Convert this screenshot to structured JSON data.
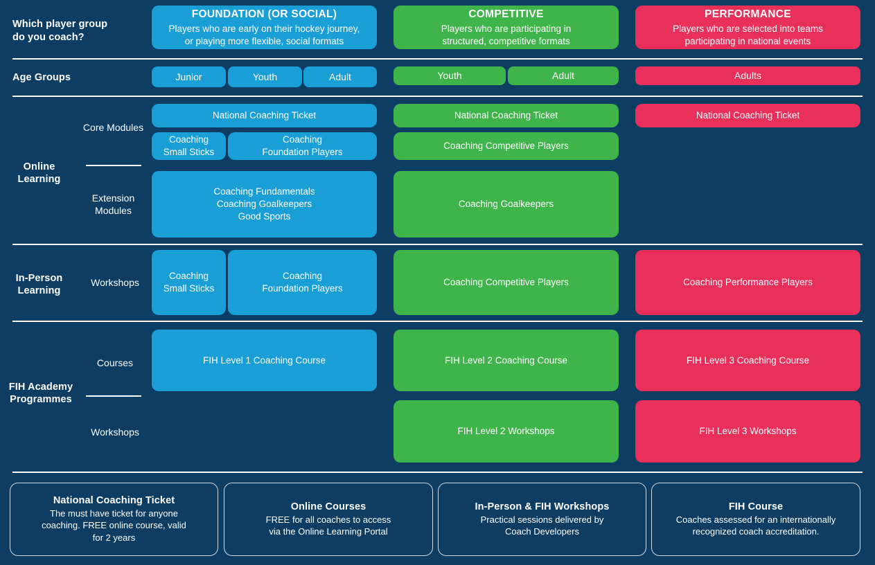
{
  "theme": {
    "background": "#0d3d63",
    "foundation_color": "#1a9ed6",
    "competitive_color": "#3fb44a",
    "performance_color": "#e9305a",
    "text_color": "#ffffff",
    "legend_border": "#cfd9e2"
  },
  "question": {
    "label": "Which player group\ndo you coach?"
  },
  "columns": [
    {
      "key": "foundation",
      "title": "FOUNDATION (OR SOCIAL)",
      "description": "Players who are early on their hockey journey,\nor playing more flexible, social formats"
    },
    {
      "key": "competitive",
      "title": "COMPETITIVE",
      "description": "Players who are participating in\nstructured, competitive formats"
    },
    {
      "key": "performance",
      "title": "PERFORMANCE",
      "description": "Players who are selected into teams\nparticipating in national events"
    }
  ],
  "age_groups": {
    "row_label": "Age Groups",
    "foundation": [
      "Junior",
      "Youth",
      "Adult"
    ],
    "competitive": [
      "Youth",
      "Adult"
    ],
    "performance": [
      "Adults"
    ]
  },
  "online_learning": {
    "row_label": "Online\nLearning",
    "core_label": "Core\nModules",
    "extension_label": "Extension\nModules",
    "core": {
      "foundation_primary": "National Coaching Ticket",
      "foundation_secondary": [
        "Coaching\nSmall Sticks",
        "Coaching\nFoundation Players"
      ],
      "competitive_primary": "National Coaching Ticket",
      "competitive_secondary": [
        "Coaching Competitive Players"
      ],
      "performance_primary": "National Coaching Ticket",
      "performance_secondary": []
    },
    "extension": {
      "foundation": "Coaching Fundamentals\nCoaching Goalkeepers\nGood Sports",
      "competitive": "Coaching Goalkeepers",
      "performance": ""
    }
  },
  "in_person_learning": {
    "row_label": "In-Person\nLearning",
    "workshops_label": "Workshops",
    "foundation": [
      "Coaching\nSmall Sticks",
      "Coaching\nFoundation Players"
    ],
    "competitive": [
      "Coaching Competitive Players"
    ],
    "performance": [
      "Coaching Performance Players"
    ]
  },
  "fih_academy": {
    "row_label": "FIH\nAcademy\nProgrammes",
    "courses_label": "Courses",
    "workshops_label": "Workshops",
    "courses": {
      "foundation": "FIH Level 1 Coaching Course",
      "competitive": "FIH Level 2 Coaching Course",
      "performance": "FIH Level 3 Coaching Course"
    },
    "workshops": {
      "foundation": "",
      "competitive": "FIH Level 2 Workshops",
      "performance": "FIH Level 3 Workshops"
    }
  },
  "legend": [
    {
      "title": "National Coaching Ticket",
      "desc": "The must have ticket for anyone\ncoaching. FREE online course, valid\nfor 2 years"
    },
    {
      "title": "Online Courses",
      "desc": "FREE for all coaches to access\nvia the Online Learning Portal"
    },
    {
      "title": "In-Person & FIH Workshops",
      "desc": "Practical sessions delivered by\nCoach Developers"
    },
    {
      "title": "FIH Course",
      "desc": "Coaches assessed for an internationally\nrecognized coach accreditation."
    }
  ]
}
